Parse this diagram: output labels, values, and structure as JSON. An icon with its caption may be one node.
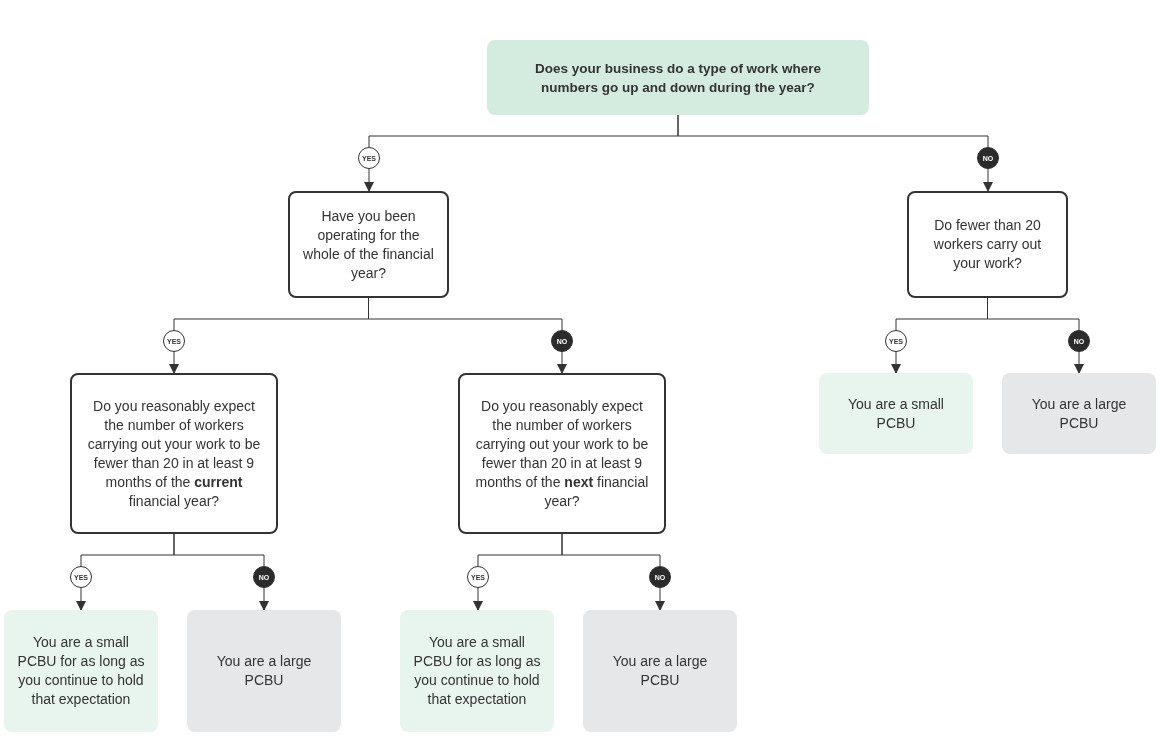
{
  "diagram": {
    "nodes": [
      {
        "text": [
          "Does your business do a type of work where numbers go up and down during the year?"
        ]
      },
      {
        "text": [
          "Have you been operating for the whole of the financial year?"
        ]
      },
      {
        "text": [
          "Do fewer than 20 workers carry out your work?"
        ]
      },
      {
        "text": [
          "Do you reasonably expect the number of workers carrying out your work to be fewer than 20 in at least 9 months of the **current** financial year?"
        ]
      },
      {
        "text": [
          "Do you reasonably expect the number of workers carrying out your work to be fewer than 20 in at least 9 months of the **next** financial year?"
        ]
      },
      {
        "text": [
          "You are a small PCBU"
        ]
      },
      {
        "text": [
          "You are a large PCBU"
        ]
      },
      {
        "text": [
          "You are a small PCBU for as long as you continue to hold that expectation"
        ]
      },
      {
        "text": [
          "You are a large PCBU"
        ]
      },
      {
        "text": [
          "You are a small PCBU for as long as you continue to hold that expectation"
        ]
      },
      {
        "text": [
          "You are a large PCBU"
        ]
      }
    ],
    "edges": [
      {
        "from": 0,
        "to": 1,
        "arrow": "to",
        "label": "YES"
      },
      {
        "from": 0,
        "to": 2,
        "arrow": "to",
        "label": "NO"
      },
      {
        "from": 1,
        "to": 3,
        "arrow": "to",
        "label": "YES"
      },
      {
        "from": 1,
        "to": 4,
        "arrow": "to",
        "label": "NO"
      },
      {
        "from": 2,
        "to": 5,
        "arrow": "to",
        "label": "YES"
      },
      {
        "from": 2,
        "to": 6,
        "arrow": "to",
        "label": "NO"
      },
      {
        "from": 3,
        "to": 7,
        "arrow": "to",
        "label": "YES"
      },
      {
        "from": 3,
        "to": 8,
        "arrow": "to",
        "label": "NO"
      },
      {
        "from": 4,
        "to": 9,
        "arrow": "to",
        "label": "YES"
      },
      {
        "from": 4,
        "to": 10,
        "arrow": "to",
        "label": "NO"
      }
    ]
  }
}
